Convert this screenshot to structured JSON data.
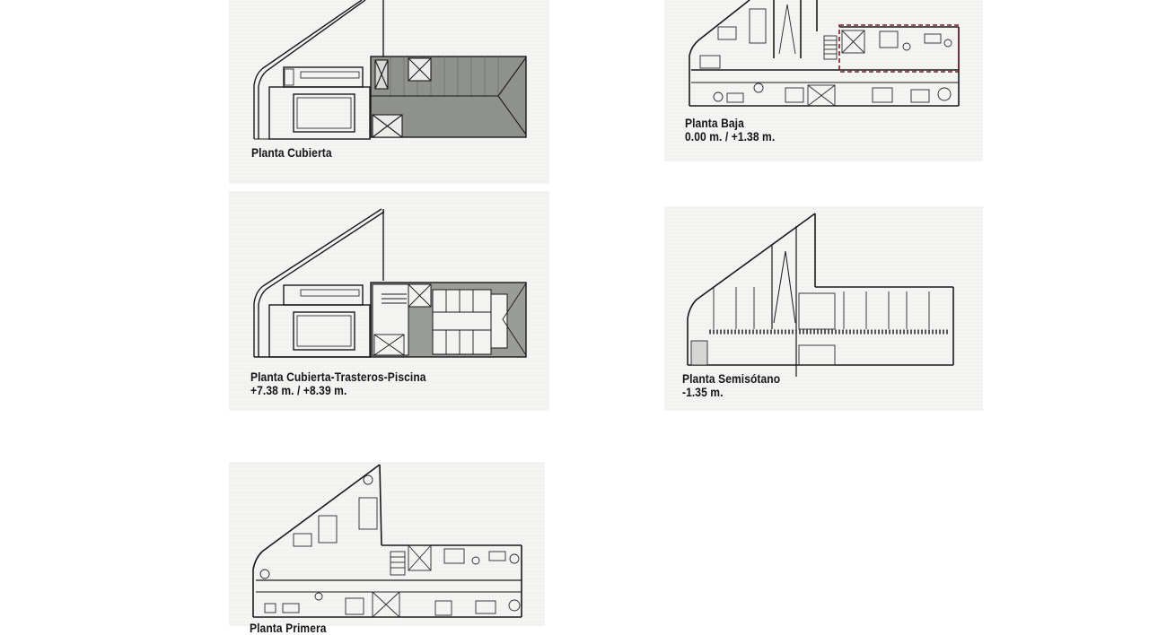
{
  "page": {
    "type": "scanned floor plan sheet",
    "accent_colors": {
      "ink": "#151515",
      "roof_shading": "#8f918c",
      "highlight_dashed_outline": "#7a1f22",
      "paper": "#f4f4f3"
    }
  },
  "plans": [
    {
      "id": "planta-cubierta",
      "title": "Planta Cubierta",
      "levels": ""
    },
    {
      "id": "planta-baja",
      "title": "Planta Baja",
      "levels": "0.00 m. / +1.38 m."
    },
    {
      "id": "planta-cubierta-trasteros-piscina",
      "title": "Planta Cubierta-Trasteros-Piscina",
      "levels": "+7.38 m. / +8.39 m."
    },
    {
      "id": "planta-semisotano",
      "title": "Planta Semisótano",
      "levels": "-1.35 m."
    },
    {
      "id": "planta-primera",
      "title": "Planta Primera",
      "levels": ""
    }
  ]
}
